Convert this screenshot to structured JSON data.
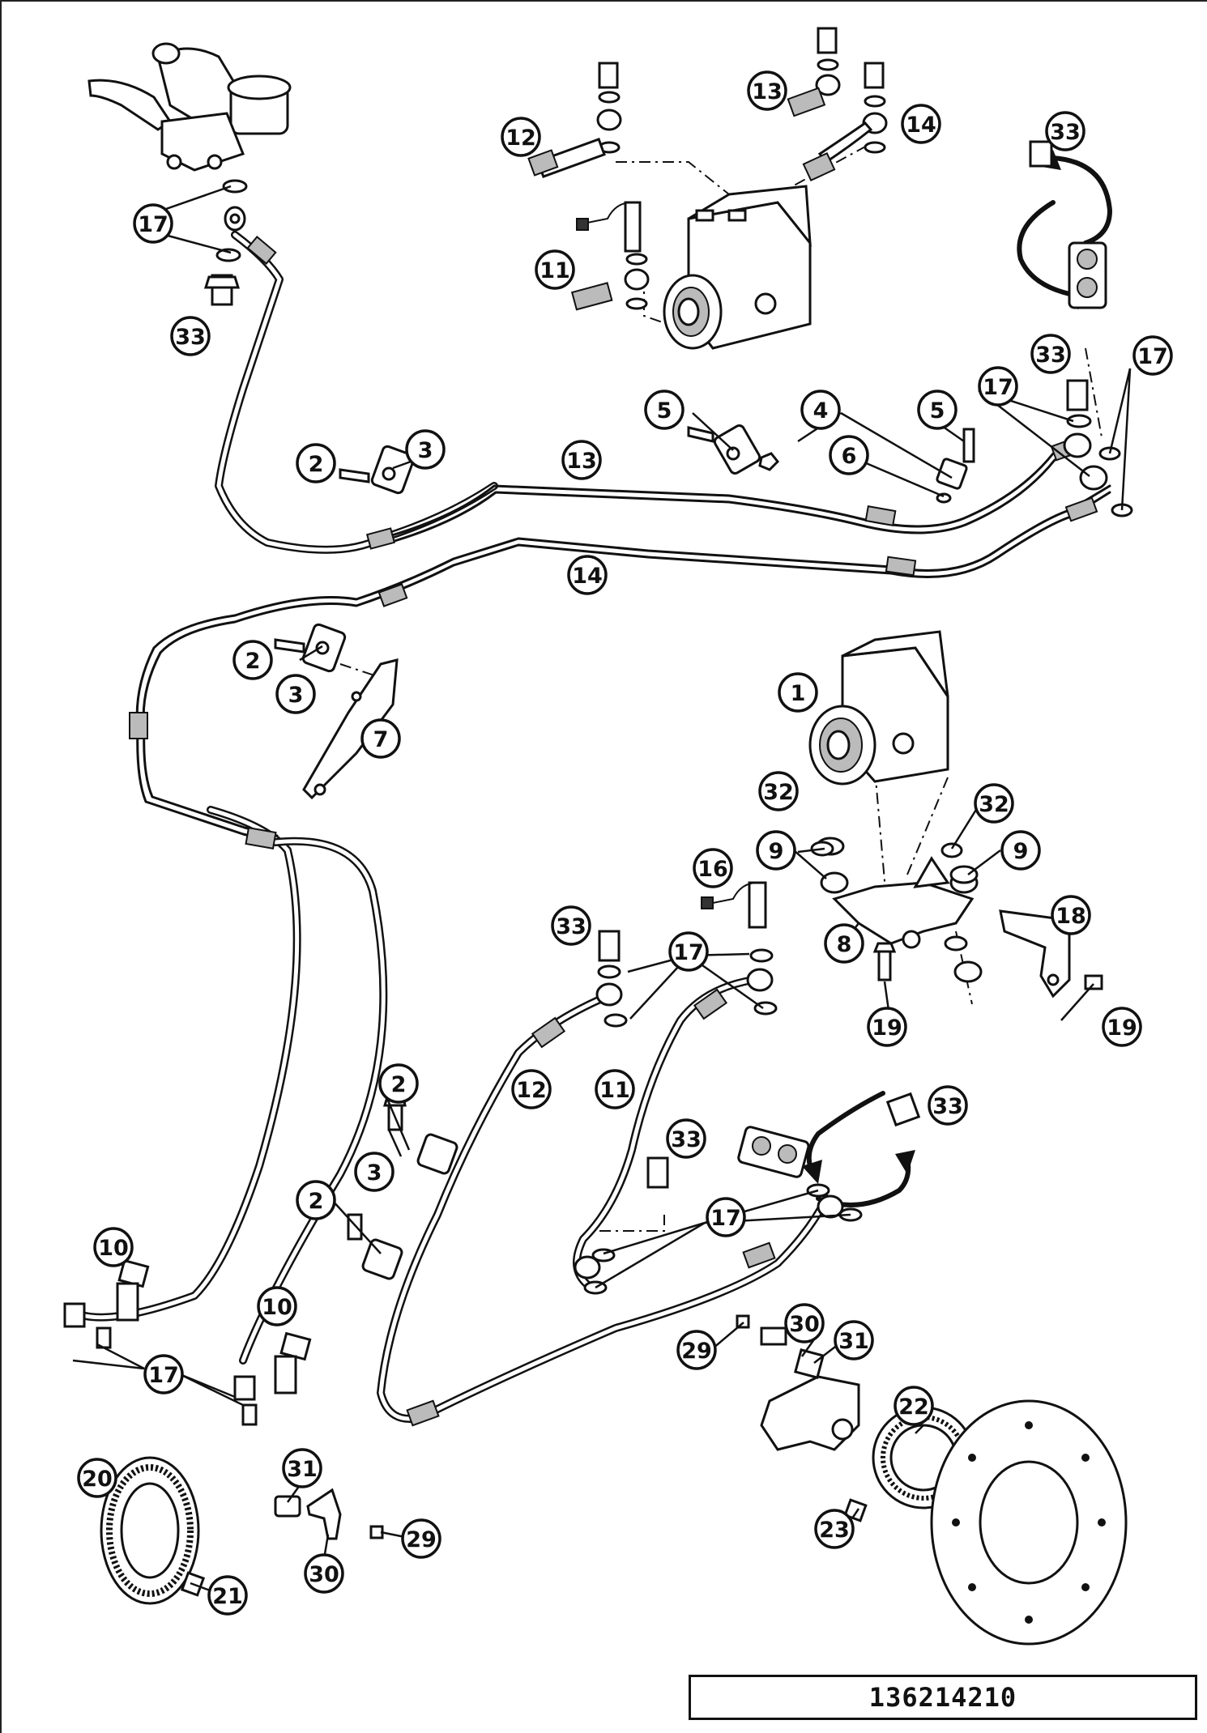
{
  "document_number": "136214210",
  "callouts": [
    {
      "label": "1"
    },
    {
      "label": "2"
    },
    {
      "label": "2"
    },
    {
      "label": "2"
    },
    {
      "label": "2"
    },
    {
      "label": "3"
    },
    {
      "label": "3"
    },
    {
      "label": "3"
    },
    {
      "label": "4"
    },
    {
      "label": "5"
    },
    {
      "label": "5"
    },
    {
      "label": "6"
    },
    {
      "label": "7"
    },
    {
      "label": "8"
    },
    {
      "label": "9"
    },
    {
      "label": "9"
    },
    {
      "label": "10"
    },
    {
      "label": "10"
    },
    {
      "label": "11"
    },
    {
      "label": "11"
    },
    {
      "label": "12"
    },
    {
      "label": "12"
    },
    {
      "label": "13"
    },
    {
      "label": "13"
    },
    {
      "label": "14"
    },
    {
      "label": "14"
    },
    {
      "label": "16"
    },
    {
      "label": "17"
    },
    {
      "label": "17"
    },
    {
      "label": "17"
    },
    {
      "label": "17"
    },
    {
      "label": "17"
    },
    {
      "label": "17"
    },
    {
      "label": "18"
    },
    {
      "label": "19"
    },
    {
      "label": "19"
    },
    {
      "label": "20"
    },
    {
      "label": "21"
    },
    {
      "label": "22"
    },
    {
      "label": "23"
    },
    {
      "label": "29"
    },
    {
      "label": "29"
    },
    {
      "label": "30"
    },
    {
      "label": "30"
    },
    {
      "label": "31"
    },
    {
      "label": "31"
    },
    {
      "label": "32"
    },
    {
      "label": "32"
    },
    {
      "label": "33"
    },
    {
      "label": "33"
    },
    {
      "label": "33"
    },
    {
      "label": "33"
    },
    {
      "label": "33"
    },
    {
      "label": "33"
    }
  ]
}
